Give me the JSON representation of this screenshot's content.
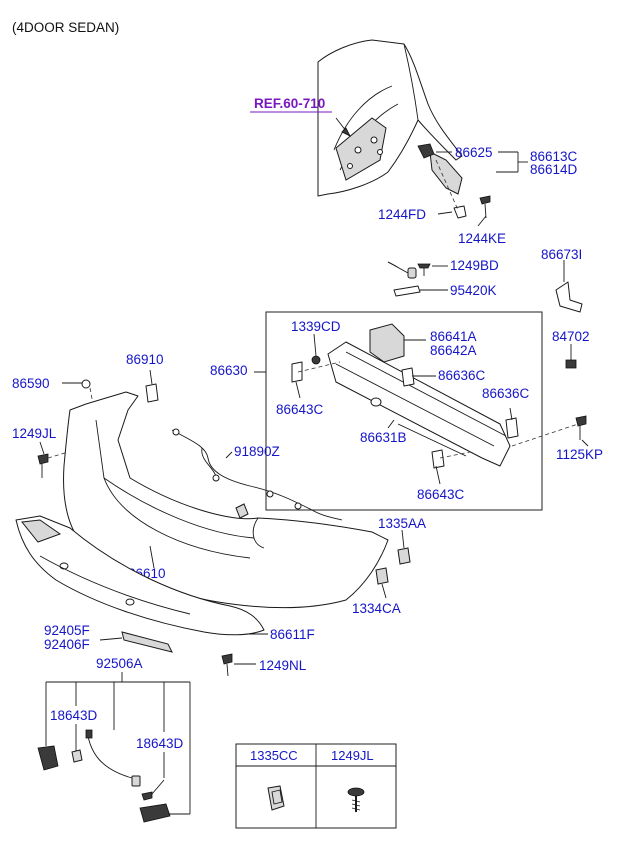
{
  "header": {
    "title": "(4DOOR SEDAN)"
  },
  "reference": {
    "label": "REF.60-710"
  },
  "parts": {
    "p86625": "86625",
    "p86613C": "86613C",
    "p86614D": "86614D",
    "p1244FD": "1244FD",
    "p1244KE": "1244KE",
    "p1249BD": "1249BD",
    "p95420K": "95420K",
    "p86673I": "86673I",
    "p84702": "84702",
    "p1339CD": "1339CD",
    "p86641A": "86641A",
    "p86642A": "86642A",
    "p86630": "86630",
    "p86636C_a": "86636C",
    "p86636C_b": "86636C",
    "p86643C_a": "86643C",
    "p86643C_b": "86643C",
    "p86631B": "86631B",
    "p1125KP": "1125KP",
    "p86910": "86910",
    "p86590": "86590",
    "p1249JL": "1249JL",
    "p91890Z": "91890Z",
    "p1335AA": "1335AA",
    "p1334CA": "1334CA",
    "p86610": "86610",
    "p92405F": "92405F",
    "p92406F": "92406F",
    "p86611F": "86611F",
    "p1249NL": "1249NL",
    "p92506A": "92506A",
    "p18643D_a": "18643D",
    "p18643D_b": "18643D"
  },
  "legend_table": {
    "columns": [
      "1335CC",
      "1249JL"
    ]
  }
}
